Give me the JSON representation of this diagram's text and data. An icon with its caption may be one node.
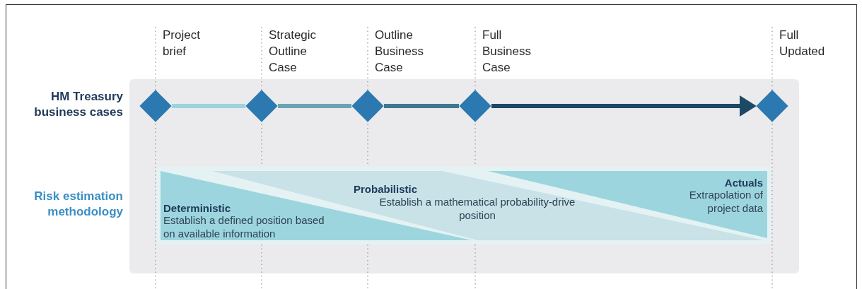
{
  "diagram": {
    "nodes": [
      {
        "text": [],
        "shape": "diamond",
        "beside": [
          "Project brief"
        ]
      },
      {
        "text": [],
        "shape": "diamond",
        "beside": [
          "Strategic Outline Case"
        ]
      },
      {
        "text": [],
        "shape": "diamond",
        "beside": [
          "Outline Business Case"
        ]
      },
      {
        "text": [],
        "shape": "diamond",
        "beside": [
          "Full Business Case"
        ]
      },
      {
        "text": [],
        "shape": "diamond",
        "beside": [
          "Full Updated"
        ]
      },
      {
        "text": [
          "Deterministic",
          "Establish a defined position based on available information"
        ]
      },
      {
        "text": [
          "Probabilistic",
          "Establish a mathematical probability-drive position"
        ]
      },
      {
        "text": [
          "Actuals",
          "Extrapolation of project data"
        ]
      }
    ],
    "edges": [
      {
        "from": 0,
        "to": 1,
        "arrow": "none",
        "color": "#9fd3dc"
      },
      {
        "from": 1,
        "to": 2,
        "arrow": "none",
        "color": "#6aa3b4"
      },
      {
        "from": 2,
        "to": 3,
        "arrow": "none",
        "color": "#3f7890"
      },
      {
        "from": 3,
        "to": 4,
        "arrow": "to",
        "color": "#1c4966"
      }
    ],
    "labels": [
      "HM Treasury business cases",
      "Risk estimation methodology"
    ]
  }
}
